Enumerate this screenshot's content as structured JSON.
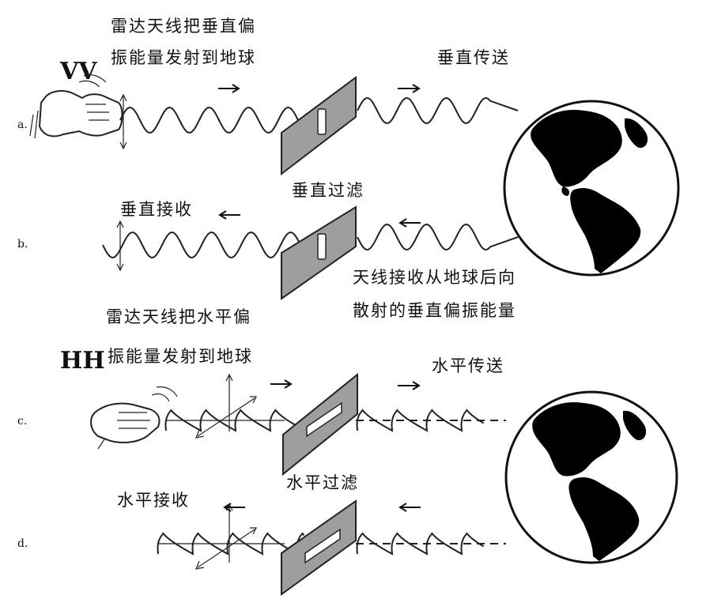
{
  "labels": {
    "vv": "VV",
    "hh": "HH",
    "row_a": "a.",
    "row_b": "b.",
    "row_c": "c.",
    "row_d": "d.",
    "vv_emit_line1": "雷达天线把垂直偏",
    "vv_emit_line2": "振能量发射到地球",
    "vertical_transmit": "垂直传送",
    "vertical_filter": "垂直过滤",
    "vertical_receive": "垂直接收",
    "backscatter_line1": "天线接收从地球后向",
    "backscatter_line2": "散射的垂直偏振能量",
    "hh_emit_line1": "雷达天线把水平偏",
    "hh_emit_line2": "振能量发射到地球",
    "horizontal_transmit": "水平传送",
    "horizontal_filter": "水平过滤",
    "horizontal_receive": "水平接收"
  },
  "icons": [
    "hand-icon",
    "globe-icon",
    "filter-plate-icon",
    "arrow-icon",
    "axes-icon"
  ]
}
